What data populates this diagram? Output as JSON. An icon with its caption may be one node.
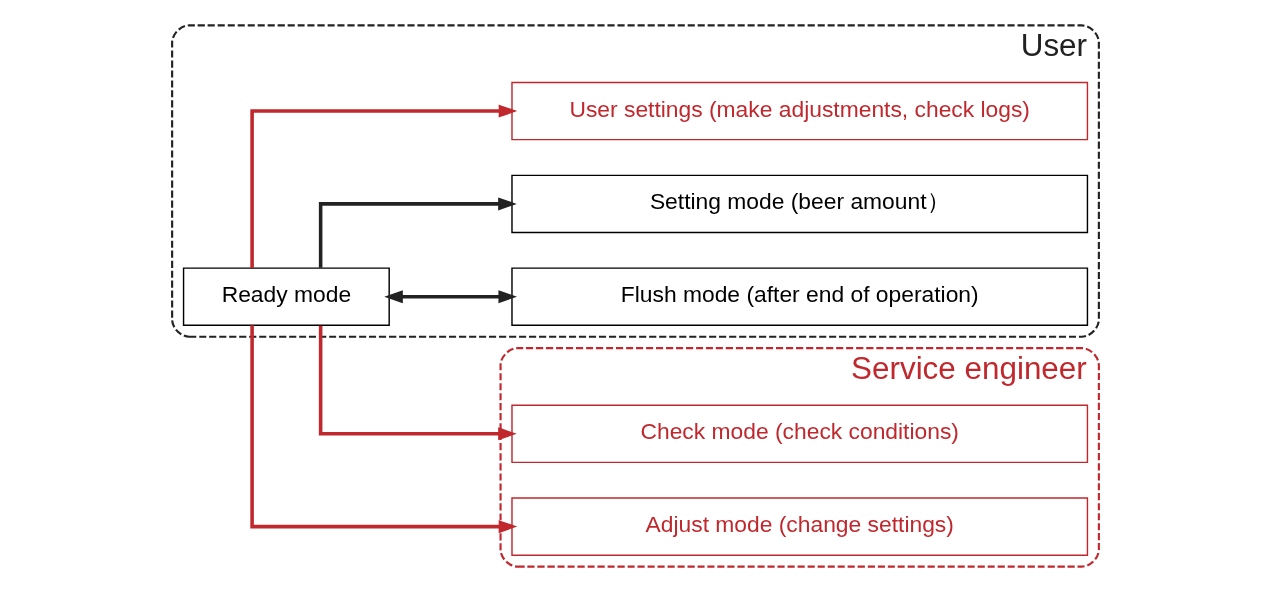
{
  "diagram": {
    "nodes": [
      {
        "text": [
          "User"
        ]
      },
      {
        "text": [
          "Ready mode"
        ],
        "in": 0
      },
      {
        "text": [
          "Flush mode (after end of operation)"
        ],
        "in": 0
      },
      {
        "text": [
          "Setting mode (beer amount）"
        ],
        "in": 0
      },
      {
        "text": [
          "User settings (make adjustments, check logs)"
        ],
        "in": 0
      },
      {
        "text": [
          "Service engineer"
        ]
      },
      {
        "text": [
          "Check mode (check conditions)"
        ],
        "in": 5
      },
      {
        "text": [
          "Adjust mode (change settings)"
        ],
        "in": 5
      }
    ],
    "edges": [
      {
        "from": 1,
        "to": 2,
        "arrow": "both",
        "color": "#222222"
      },
      {
        "from": 1,
        "to": 3,
        "arrow": "to",
        "color": "#222222"
      },
      {
        "from": 1,
        "to": 4,
        "arrow": "to",
        "color": "#c0282d"
      },
      {
        "from": 1,
        "to": 6,
        "arrow": "to",
        "color": "#c0282d"
      },
      {
        "from": 1,
        "to": 7,
        "arrow": "to",
        "color": "#c0282d"
      }
    ]
  }
}
